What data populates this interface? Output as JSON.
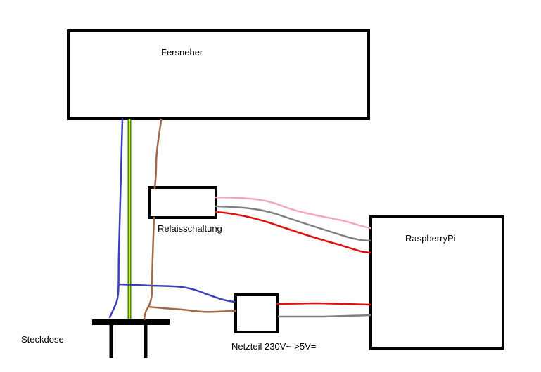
{
  "labels": {
    "tv": "Fersneher",
    "relay": "Relaisschaltung",
    "raspberry": "RaspberryPi",
    "socket": "Steckdose",
    "psu": "Netzteil 230V~->5V="
  },
  "colors": {
    "outline": "#000000",
    "neutral_wire": "#3a3fbf",
    "earth_wire_outer": "#2e8b2e",
    "earth_wire_inner": "#e8e800",
    "live_wire": "#a0694a",
    "wire_pink": "#f4a6c0",
    "wire_gray": "#808080",
    "wire_red": "#e01010"
  }
}
